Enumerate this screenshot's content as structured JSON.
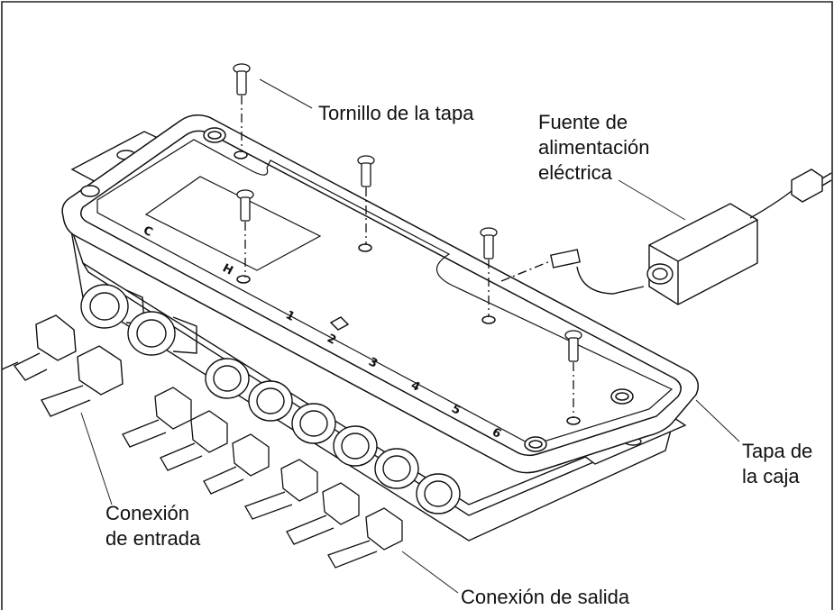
{
  "labels": {
    "cover_screw": "Tornillo de la tapa",
    "power_supply": [
      "Fuente de",
      "alimentación",
      "eléctrica"
    ],
    "box_cover": [
      "Tapa de",
      "la caja"
    ],
    "input_connection": [
      "Conexión",
      "de entrada"
    ],
    "output_connection": "Conexión de salida"
  },
  "board_marks": {
    "ports": [
      "1",
      "2",
      "3",
      "4",
      "5",
      "6"
    ],
    "side_letters": [
      "C",
      "H"
    ]
  },
  "icons": [
    "screw-icon",
    "power-adapter-icon",
    "plug-icon",
    "cable-gland-icon",
    "coax-connector-icon"
  ]
}
